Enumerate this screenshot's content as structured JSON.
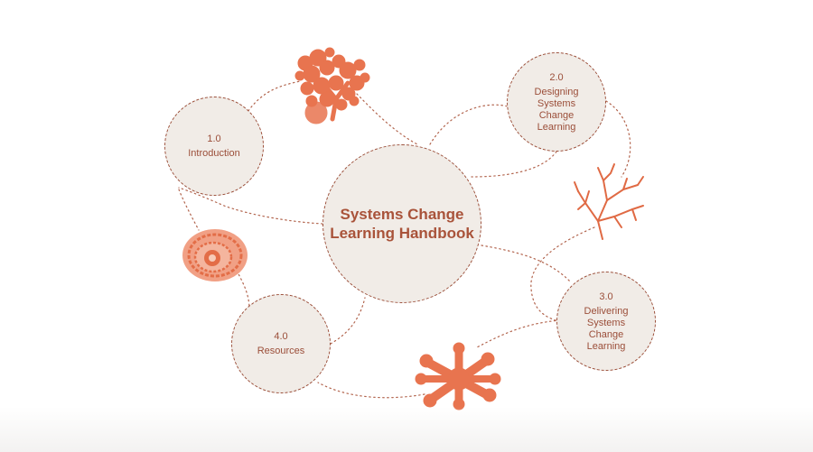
{
  "center": {
    "title_lines": [
      "Systems Change",
      "Learning Handbook"
    ]
  },
  "nodes": {
    "introduction": {
      "number": "1.0",
      "label_lines": [
        "Introduction"
      ]
    },
    "designing": {
      "number": "2.0",
      "label_lines": [
        "Designing",
        "Systems",
        "Change",
        "Learning"
      ]
    },
    "delivering": {
      "number": "3.0",
      "label_lines": [
        "Delivering",
        "Systems",
        "Change",
        "Learning"
      ]
    },
    "resources": {
      "number": "4.0",
      "label_lines": [
        "Resources"
      ]
    }
  },
  "colors": {
    "accent": "#9b4e39",
    "node_fill": "#f1ece7",
    "coral": "#e8744f"
  },
  "decorations": [
    "branch-coral-icon",
    "fan-coral-icon",
    "spiral-shell-icon",
    "starfish-icon"
  ]
}
